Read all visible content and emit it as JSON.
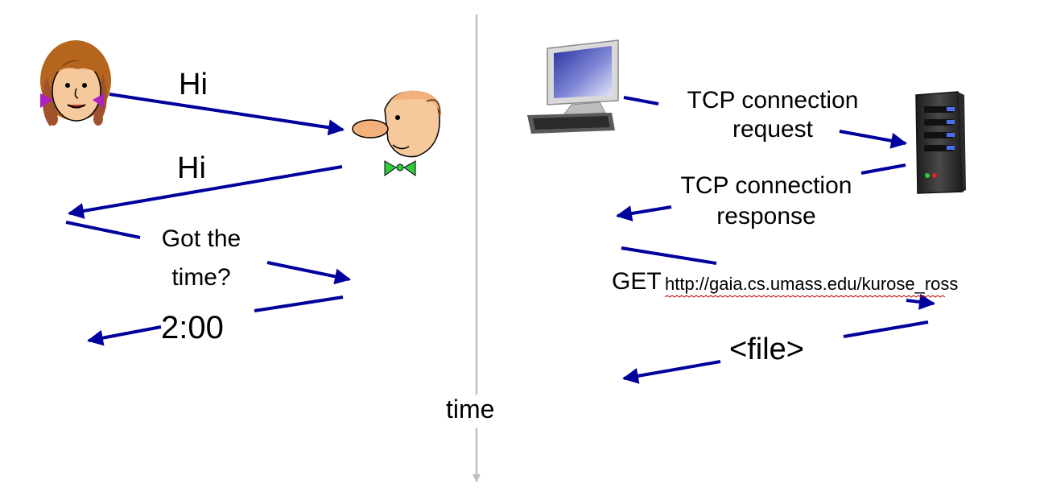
{
  "left": {
    "msg_hi_1": "Hi",
    "msg_hi_2": "Hi",
    "msg_got_line1": "Got the",
    "msg_got_line2": "time?",
    "msg_time_reply": "2:00"
  },
  "right": {
    "tcp_req_line1": "TCP connection",
    "tcp_req_line2": "request",
    "tcp_resp_line1": "TCP connection",
    "tcp_resp_line2": "response",
    "get_method": "GET",
    "get_url": "http://gaia.cs.umass.edu/kurose_ross",
    "file_reply": "<file>"
  },
  "axis": {
    "time_label": "time"
  },
  "colors": {
    "arrow": "#00009C",
    "axis": "#BFBFBF",
    "underline": "#C00000"
  },
  "icons": [
    "girl-icon",
    "man-icon",
    "computer-icon",
    "server-icon"
  ]
}
